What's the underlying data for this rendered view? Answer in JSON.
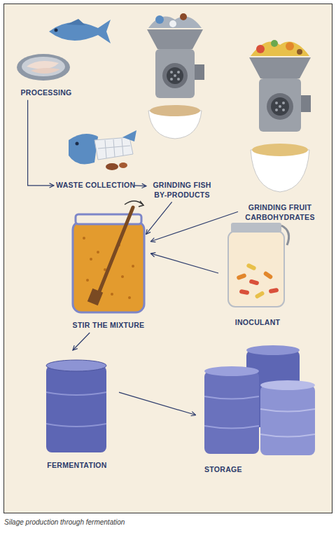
{
  "diagram": {
    "caption": "Silage production through fermentation",
    "nodes": [
      {
        "text": [
          "PROCESSING"
        ]
      },
      {
        "text": [
          "WASTE COLLECTION"
        ]
      },
      {
        "text": [
          "GRINDING FISH BY-PRODUCTS"
        ]
      },
      {
        "text": [
          "GRINDING FRUIT CARBOHYDRATES"
        ]
      },
      {
        "text": [
          "STIR THE MIXTURE"
        ]
      },
      {
        "text": [
          "INOCULANT"
        ]
      },
      {
        "text": [
          "FERMENTATION"
        ]
      },
      {
        "text": [
          "STORAGE"
        ]
      }
    ],
    "edges": [
      {
        "from": 0,
        "to": 1,
        "arrow": "to"
      },
      {
        "from": 1,
        "to": 2,
        "arrow": "to"
      },
      {
        "from": 2,
        "to": 4,
        "arrow": "to"
      },
      {
        "from": 3,
        "to": 4,
        "arrow": "to"
      },
      {
        "from": 5,
        "to": 4,
        "arrow": "to"
      },
      {
        "from": 4,
        "to": 6,
        "arrow": "to"
      },
      {
        "from": 6,
        "to": 7,
        "arrow": "to"
      }
    ]
  }
}
